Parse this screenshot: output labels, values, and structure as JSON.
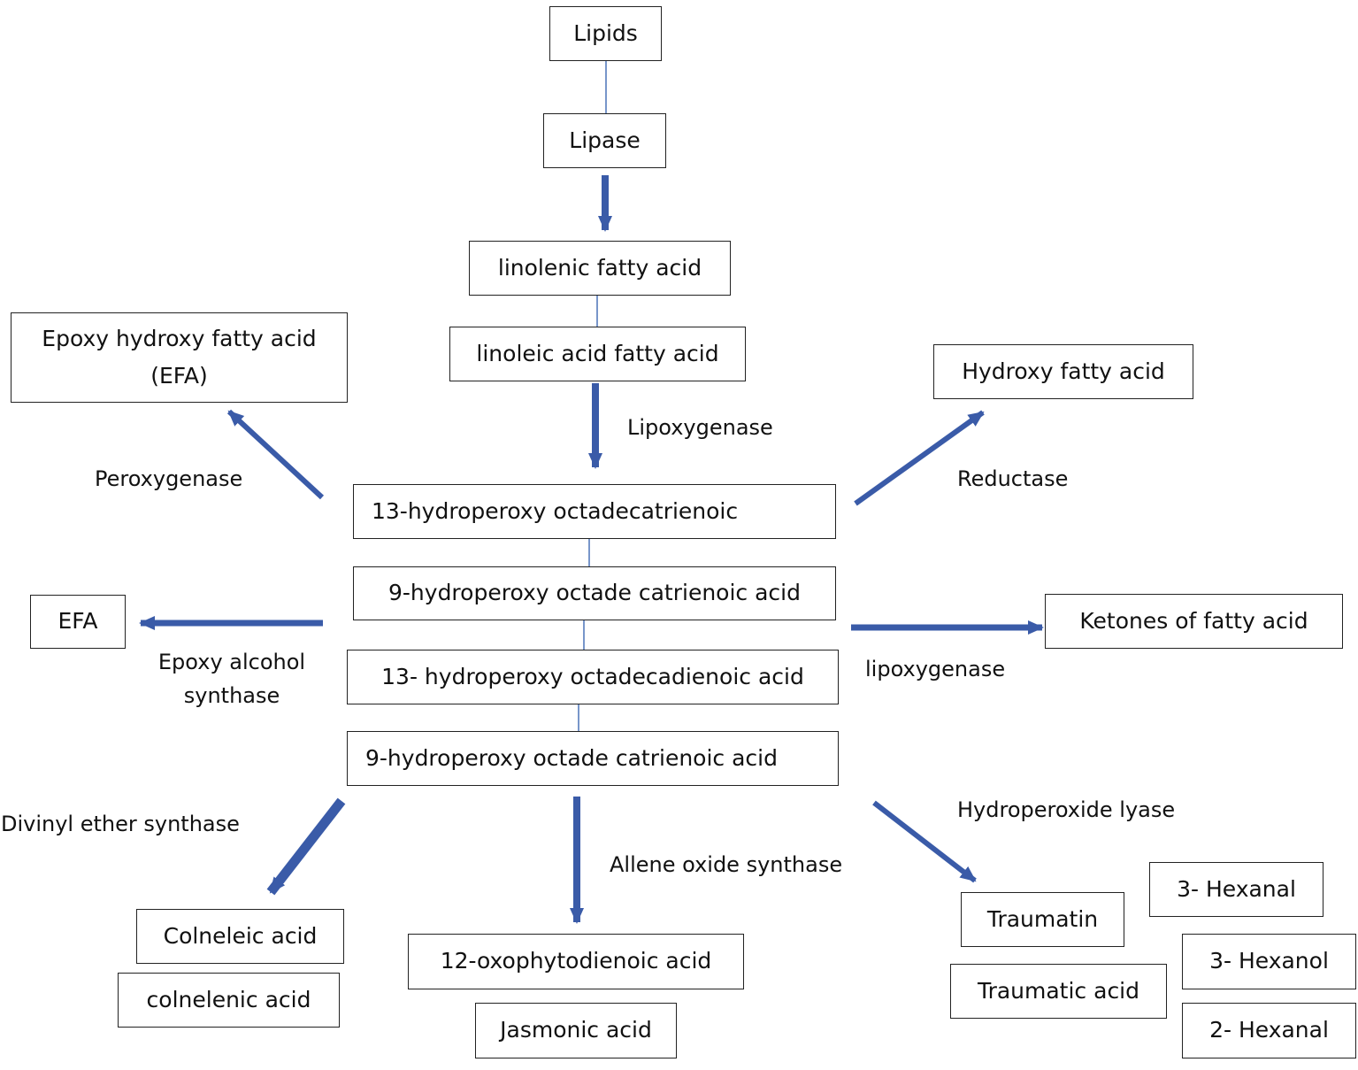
{
  "nodes": {
    "lipids": "Lipids",
    "lipase": "Lipase",
    "linolenic": "linolenic fatty acid",
    "linoleic": "linoleic acid fatty acid",
    "epoxy_hydroxy": "Epoxy hydroxy fatty acid (EFA)",
    "hydroxy_fatty_acid": "Hydroxy fatty acid",
    "hpot13": "13-hydroperoxy octadecatrienoic",
    "hpot9_a": "9-hydroperoxy octade catrienoic acid",
    "efa": "EFA",
    "ketones": "Ketones of fatty acid",
    "hpod13": "13- hydroperoxy octadecadienoic acid",
    "hpot9_b": "9-hydroperoxy octade catrienoic acid",
    "colneleic": "Colneleic acid",
    "colnelenic": "colnelenic acid",
    "opda": "12-oxophytodienoic acid",
    "jasmonic": "Jasmonic acid",
    "traumatin": "Traumatin",
    "traumatic": "Traumatic acid",
    "hexanal3": "3- Hexanal",
    "hexanol3": "3- Hexanol",
    "hexanal2": "2- Hexanal"
  },
  "enzymes": {
    "lipoxygenase_top": "Lipoxygenase",
    "peroxygenase": "Peroxygenase",
    "reductase": "Reductase",
    "epoxy_alcohol_synthase": "Epoxy alcohol synthase",
    "lipoxygenase_right": "lipoxygenase",
    "divinyl_ether_synthase": "Divinyl ether synthase",
    "allene_oxide_synthase": "Allene oxide synthase",
    "hydroperoxide_lyase": "Hydroperoxide lyase"
  },
  "colors": {
    "arrow": "#3a5ba8",
    "connector": "#4a72b8",
    "border": "#222222"
  }
}
